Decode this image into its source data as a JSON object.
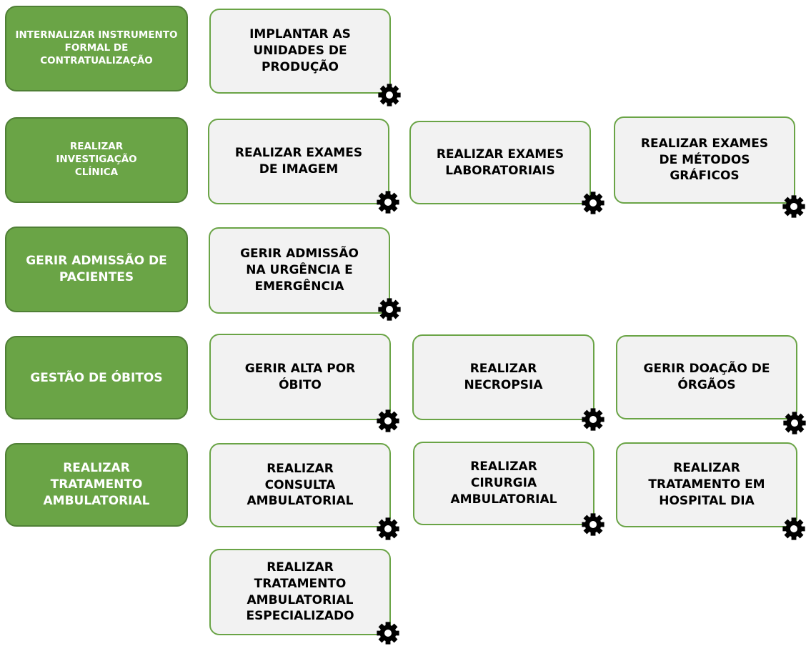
{
  "categories": [
    {
      "label": "INTERNALIZAR INSTRUMENTO FORMAL DE CONTRATUALIZAÇÃO"
    },
    {
      "label": "REALIZAR INVESTIGAÇÃO CLÍNICA"
    },
    {
      "label": "GERIR ADMISSÃO DE PACIENTES"
    },
    {
      "label": "GESTÃO DE ÓBITOS"
    },
    {
      "label": "REALIZAR TRATAMENTO AMBULATORIAL"
    }
  ],
  "processes": [
    {
      "label": "IMPLANTAR AS UNIDADES DE PRODUÇÃO"
    },
    {
      "label": "REALIZAR EXAMES DE IMAGEM"
    },
    {
      "label": "REALIZAR EXAMES LABORATORIAIS"
    },
    {
      "label": "REALIZAR EXAMES DE MÉTODOS GRÁFICOS"
    },
    {
      "label": "GERIR ADMISSÃO NA URGÊNCIA E EMERGÊNCIA"
    },
    {
      "label": "GERIR ALTA POR ÓBITO"
    },
    {
      "label": "REALIZAR NECROPSIA"
    },
    {
      "label": "GERIR DOAÇÃO DE ÓRGÃOS"
    },
    {
      "label": "REALIZAR CONSULTA AMBULATORIAL"
    },
    {
      "label": "REALIZAR CIRURGIA AMBULATORIAL"
    },
    {
      "label": "REALIZAR TRATAMENTO EM HOSPITAL DIA"
    },
    {
      "label": "REALIZAR TRATAMENTO AMBULATORIAL ESPECIALIZADO"
    }
  ],
  "icon": "gear-icon",
  "colors": {
    "category_fill": "#6aa446",
    "process_fill": "#f2f2f2",
    "process_border": "#6aa446",
    "gear": "#000000"
  }
}
